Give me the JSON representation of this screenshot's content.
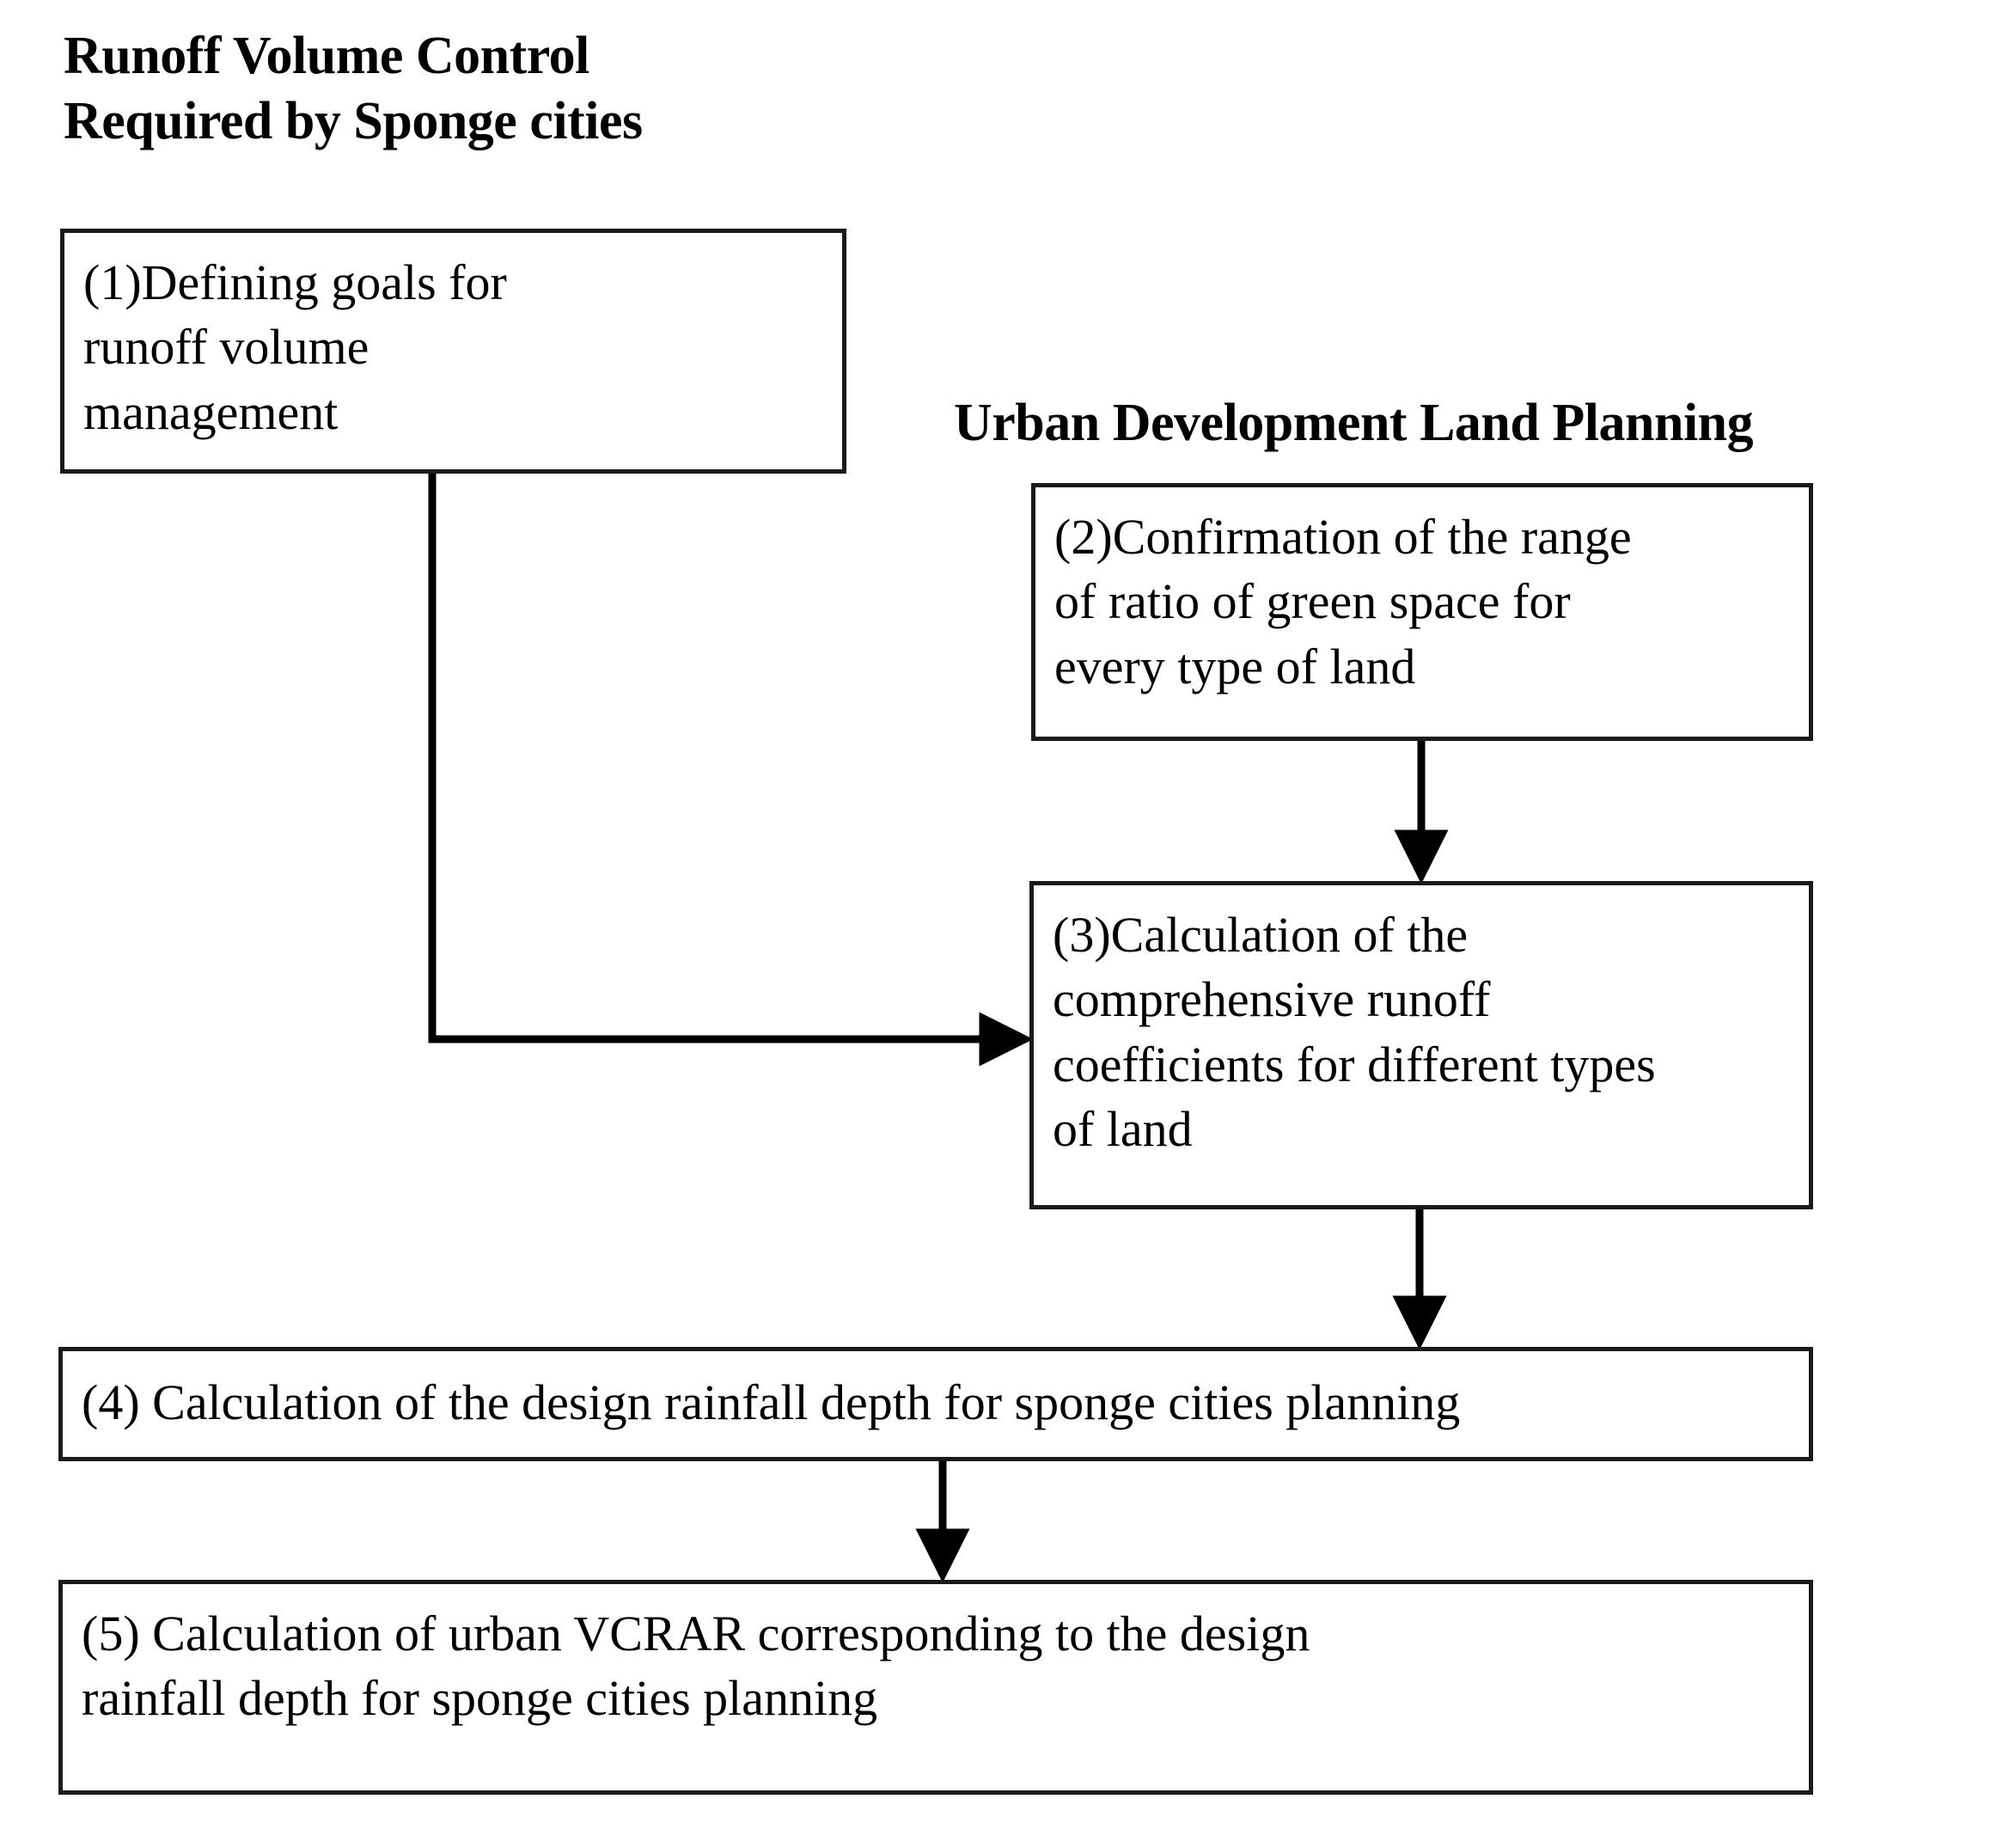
{
  "diagram": {
    "headings": {
      "left": "Runoff Volume Control\nRequired by Sponge cities",
      "right": "Urban Development Land Planning"
    },
    "nodes": [
      {
        "id": "node-1",
        "number": "(1)",
        "text": "(1)Defining goals for\nrunoff volume\nmanagement"
      },
      {
        "id": "node-2",
        "number": "(2)",
        "text": "(2)Confirmation of  the range\nof ratio of green space for\nevery type of land"
      },
      {
        "id": "node-3",
        "number": "(3)",
        "text": "(3)Calculation of the\ncomprehensive runoff\ncoefficients for different types\nof land"
      },
      {
        "id": "node-4",
        "number": "(4)",
        "text": "(4) Calculation of the design rainfall depth for sponge cities planning"
      },
      {
        "id": "node-5",
        "number": "(5)",
        "text": "(5) Calculation of urban VCRAR corresponding to the design\nrainfall depth for sponge cities planning"
      }
    ],
    "edges": [
      {
        "id": "edge-1-to-3",
        "from": "node-1",
        "to": "node-3",
        "shape": "elbow-down-right",
        "arrow": "right"
      },
      {
        "id": "edge-2-to-3",
        "from": "node-2",
        "to": "node-3",
        "shape": "straight-down",
        "arrow": "down"
      },
      {
        "id": "edge-3-to-4",
        "from": "node-3",
        "to": "node-4",
        "shape": "straight-down",
        "arrow": "down"
      },
      {
        "id": "edge-4-to-5",
        "from": "node-4",
        "to": "node-5",
        "shape": "straight-down",
        "arrow": "down"
      }
    ],
    "colors": {
      "background": "#ffffff",
      "border": "#1a1a1a",
      "text": "#000000",
      "connector": "#000000"
    }
  }
}
